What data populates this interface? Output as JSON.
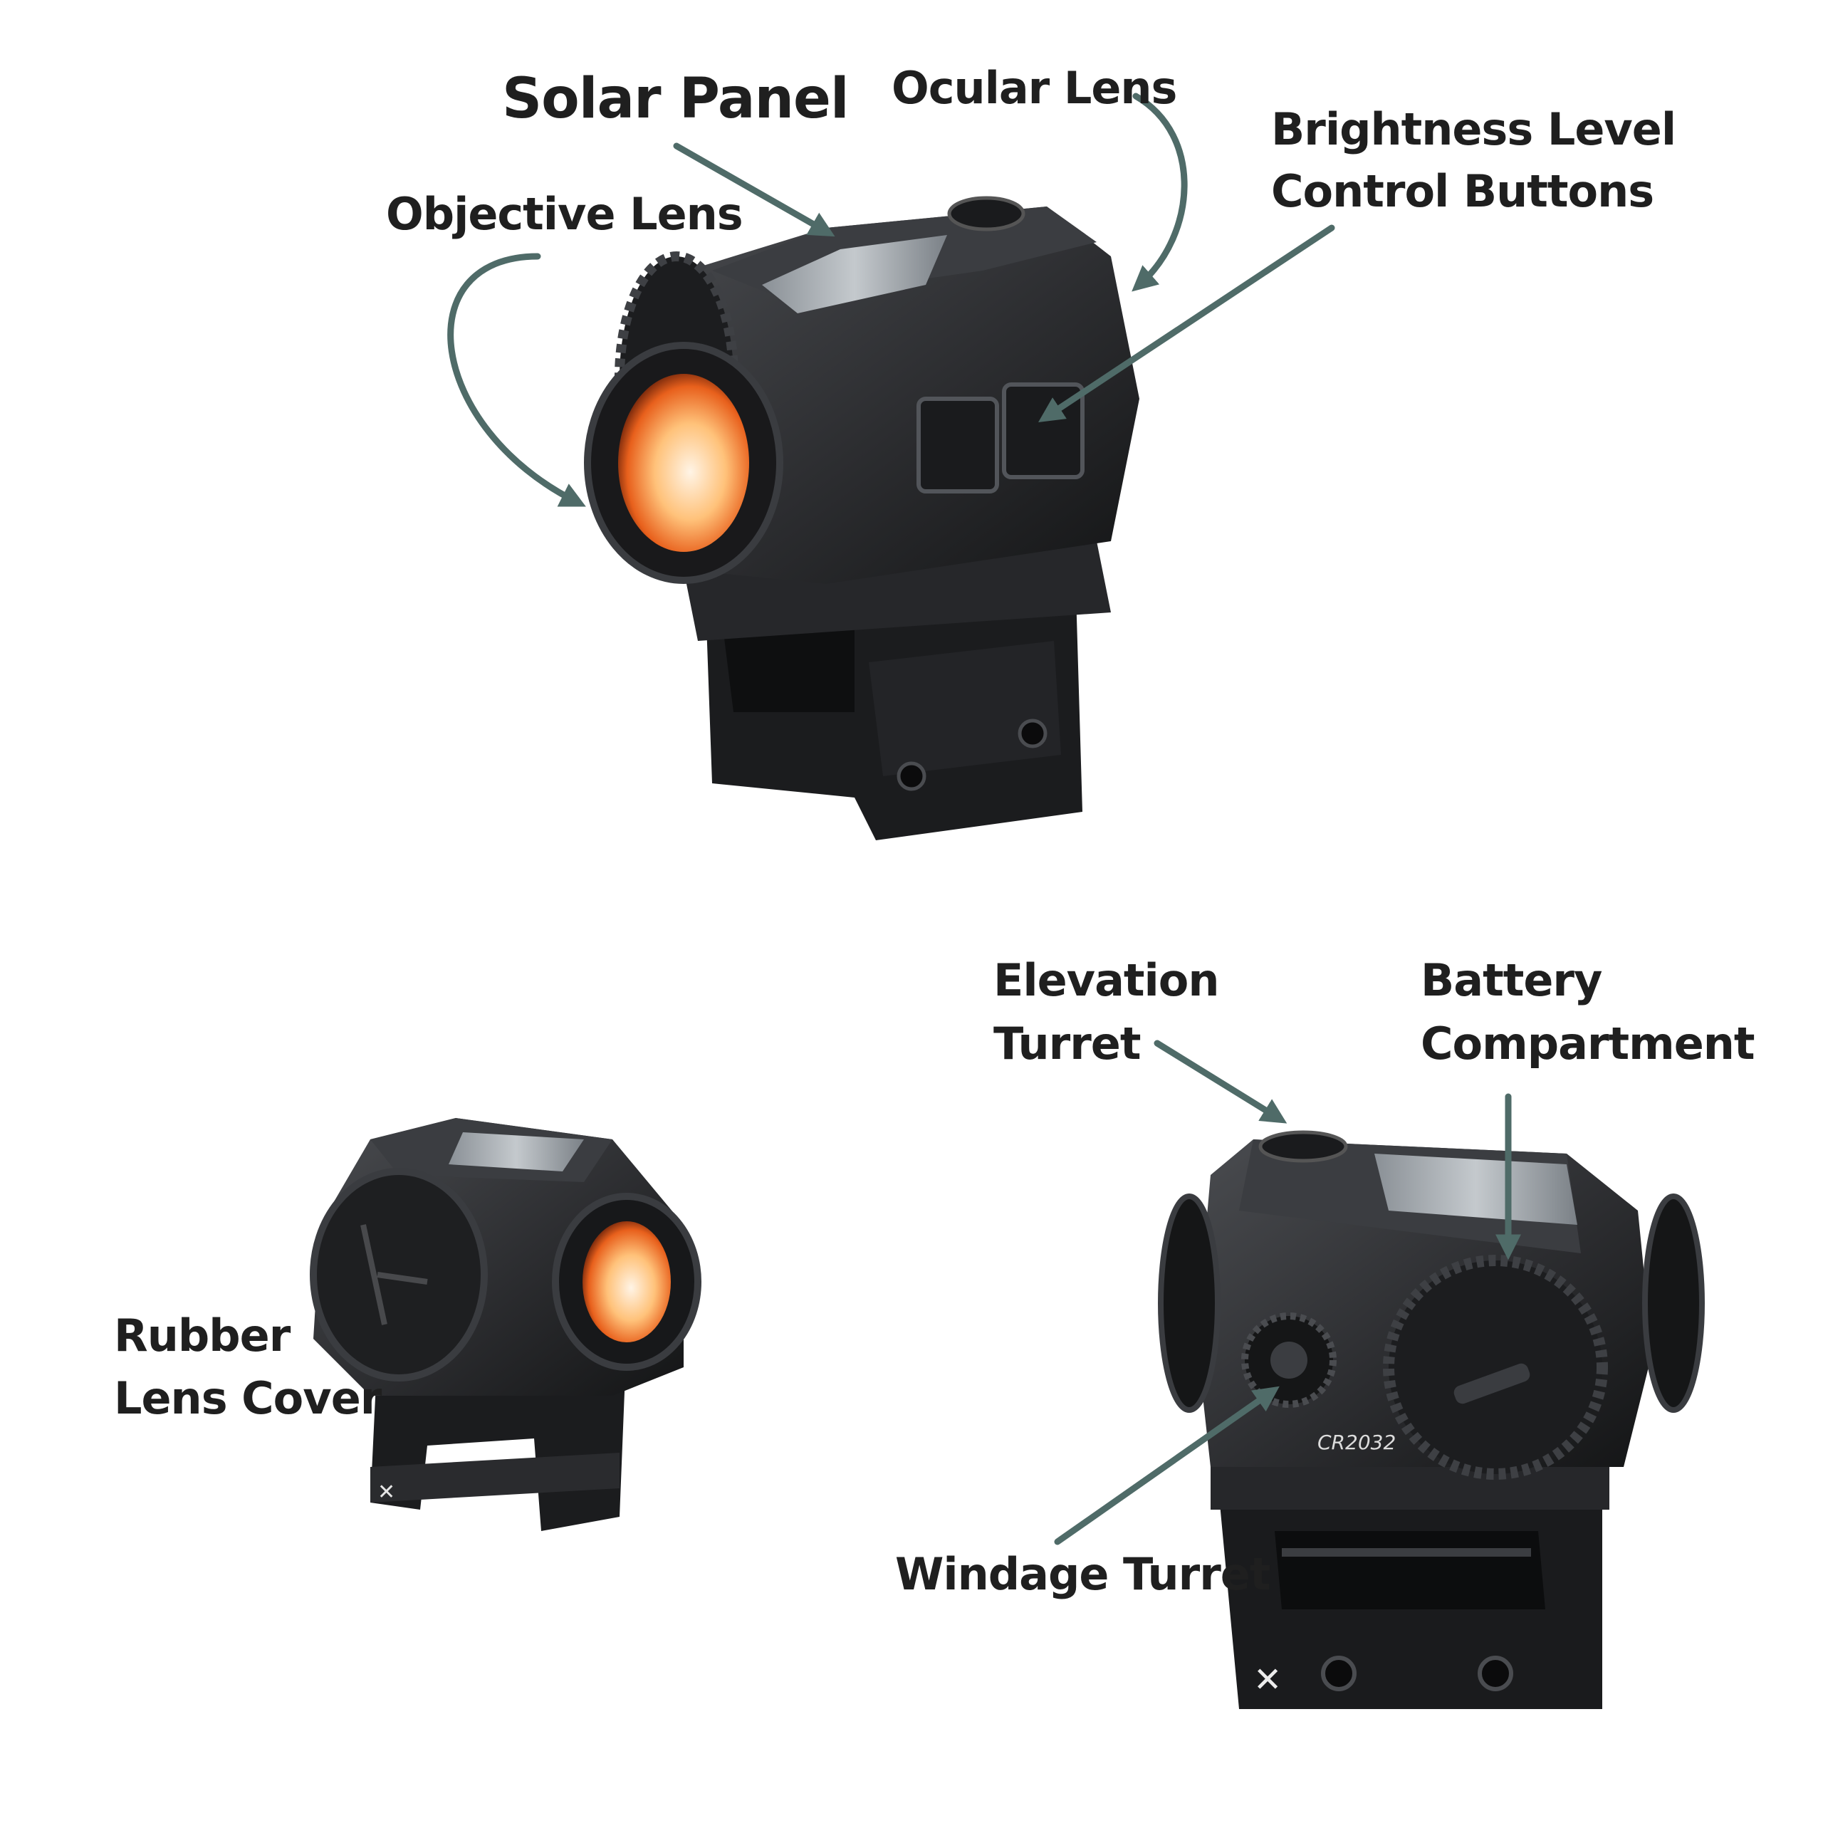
{
  "labels": {
    "solar_panel": "Solar Panel",
    "ocular_lens": "Ocular Lens",
    "objective_lens": "Objective Lens",
    "brightness_line1": "Brightness Level",
    "brightness_line2": "Control Buttons",
    "elevation_line1": "Elevation",
    "elevation_line2": "Turret",
    "battery_line1": "Battery",
    "battery_line2": "Compartment",
    "rubber_line1": "Rubber",
    "rubber_line2": "Lens Cover",
    "windage": "Windage Turret"
  },
  "device_markings": {
    "battery_code": "CR2032"
  },
  "colors": {
    "arrow": "#4f6b68",
    "label": "#1f1f1f",
    "body": "#2a2b2d",
    "lens_glow": "#ff8a2a"
  }
}
